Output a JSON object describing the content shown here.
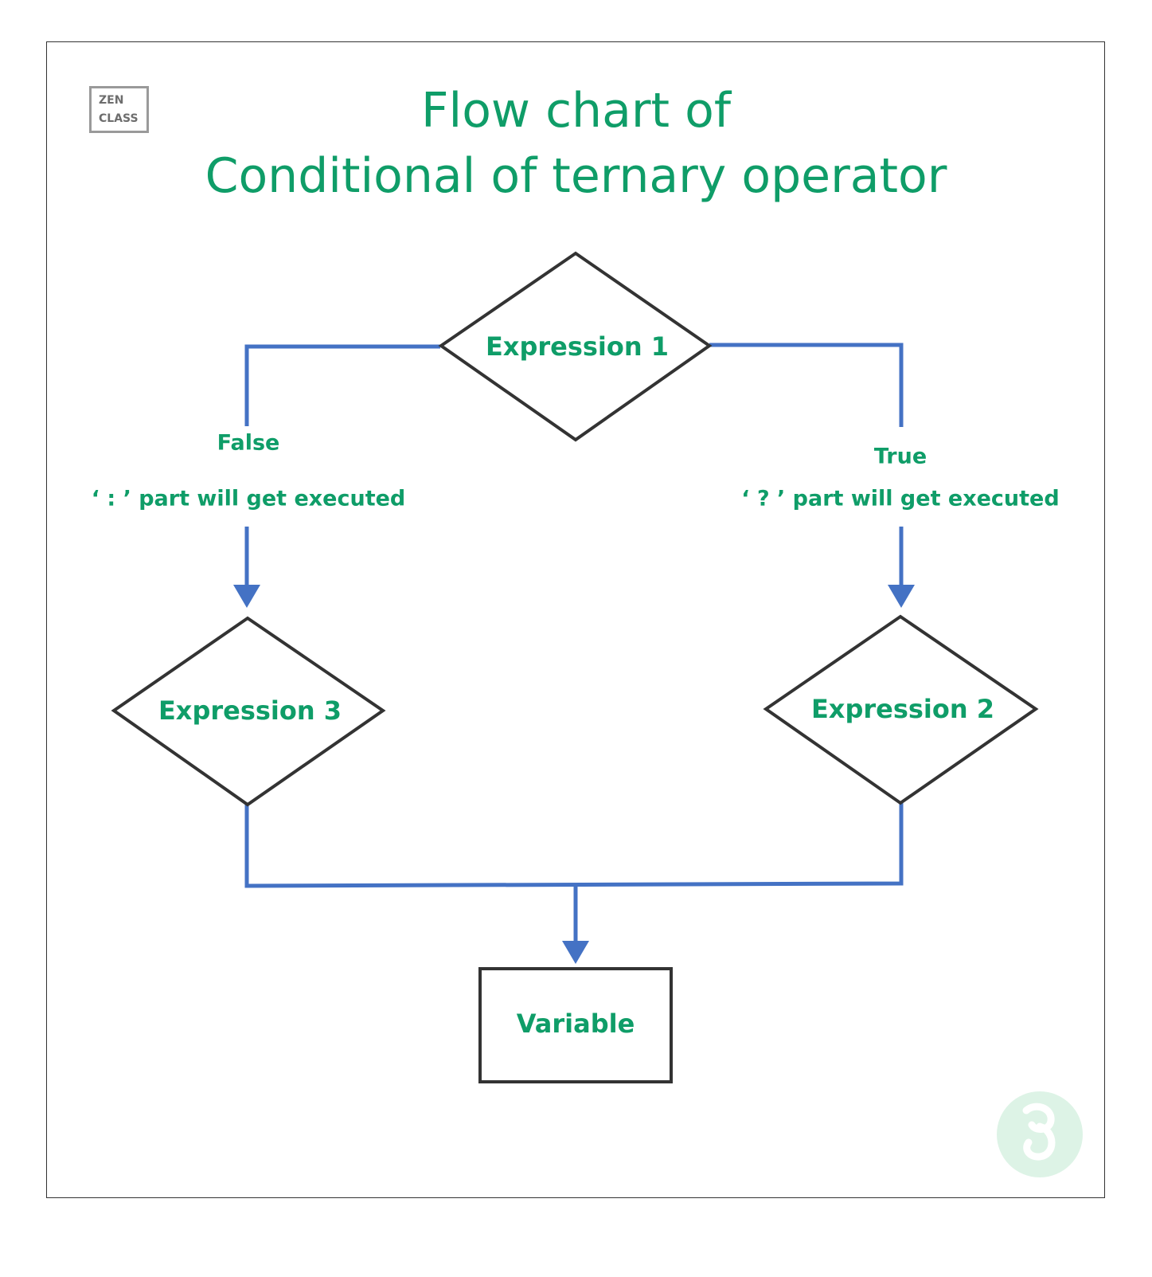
{
  "title": {
    "line1": "Flow chart of",
    "line2": "Conditional of ternary operator"
  },
  "logo": {
    "line1": "ZEN",
    "line2": "CLASS"
  },
  "nodes": {
    "expression1": "Expression 1",
    "expression2": "Expression 2",
    "expression3": "Expression 3",
    "variable": "Variable"
  },
  "edges": {
    "false_label": "False",
    "false_desc": "‘ : ’ part will get executed",
    "true_label": "True",
    "true_desc": "‘ ? ’ part will get executed"
  },
  "colors": {
    "text_green": "#0F9D68",
    "arrow_blue": "#4472C4",
    "shape_stroke": "#333333",
    "watermark_bg": "#DDF3E6"
  },
  "icons": {
    "watermark": "gfg-logo-icon"
  }
}
